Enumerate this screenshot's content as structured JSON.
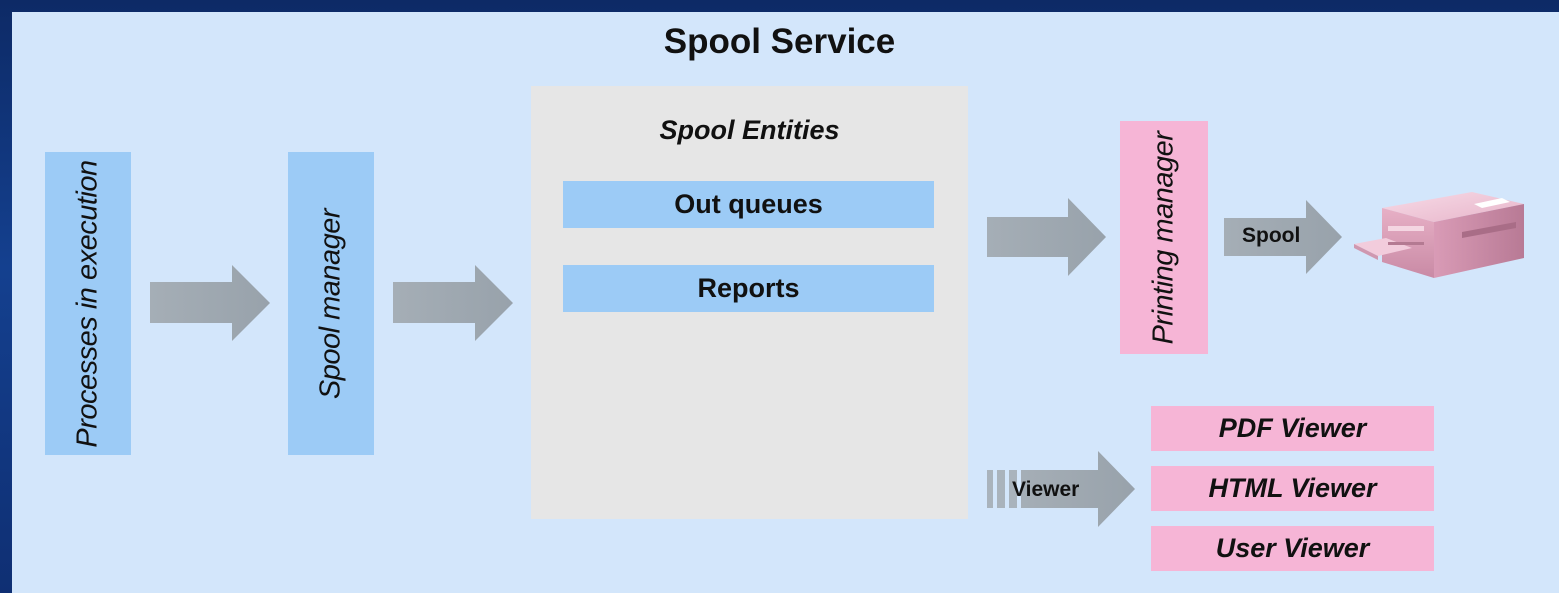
{
  "title": "Spool Service",
  "nodes": {
    "processes": "Processes in execution",
    "spool_manager": "Spool manager",
    "spool_entities": "Spool Entities",
    "out_queues": "Out queues",
    "reports": "Reports",
    "printing_manager": "Printing manager",
    "pdf_viewer": "PDF Viewer",
    "html_viewer": "HTML Viewer",
    "user_viewer": "User Viewer"
  },
  "arrows": {
    "spool": "Spool",
    "viewer": "Viewer"
  },
  "icons": {
    "printer": "printer-icon"
  },
  "colors": {
    "background_outer": "#14408f",
    "panel": "#d3e6fb",
    "blue_box": "#9ccbf6",
    "pink_box": "#f6b5d6",
    "entities_panel": "#e6e6e6",
    "arrow": "#9ea8b1"
  }
}
